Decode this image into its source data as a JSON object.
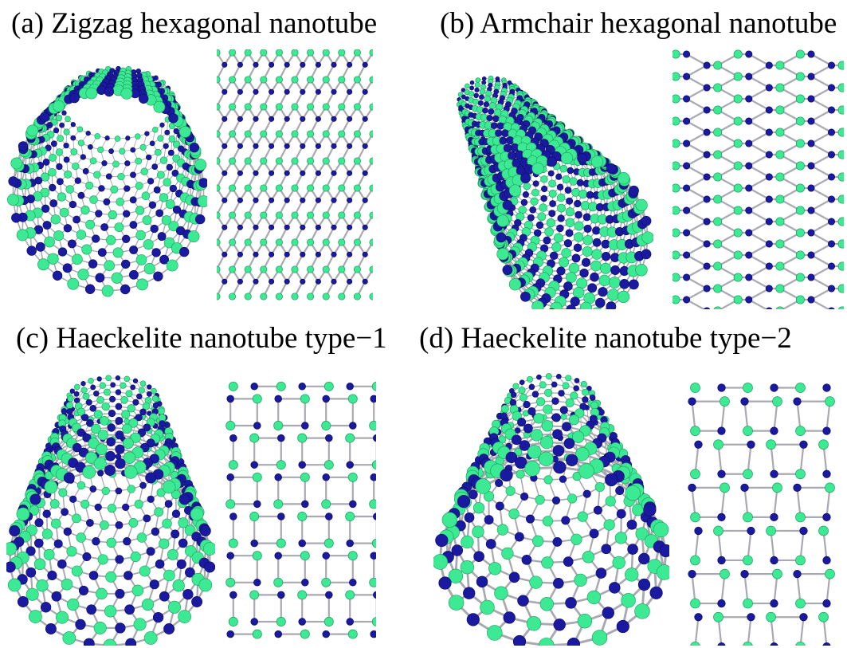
{
  "panels": [
    {
      "id": "a",
      "title": "(a) Zigzag hexagonal nanotube"
    },
    {
      "id": "b",
      "title": "(b) Armchair hexagonal nanotube"
    },
    {
      "id": "c",
      "title": "(c) Haeckelite nanotube type−1"
    },
    {
      "id": "d",
      "title": "(d) Haeckelite nanotube type−2"
    }
  ],
  "colors": {
    "atom_green": "#3dea94",
    "atom_blue": "#1a1aa0",
    "bond_grey": "#a9a9b1",
    "background": "#ffffff"
  }
}
